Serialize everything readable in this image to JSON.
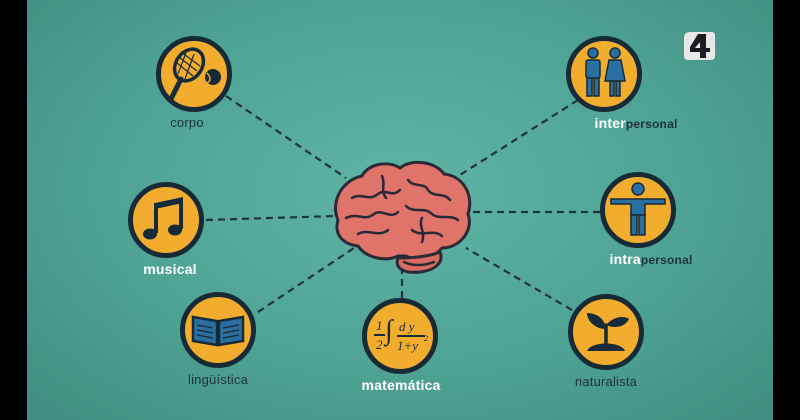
{
  "nodes": {
    "corpo": {
      "label": "corpo",
      "icon": "tennis-racket-icon"
    },
    "musical": {
      "label": "musical",
      "icon": "music-note-icon"
    },
    "linguistica": {
      "label": "lingüística",
      "icon": "open-book-icon"
    },
    "matematica": {
      "label": "matemática",
      "icon": "integral-formula-icon",
      "formula": {
        "one": "1",
        "two": "2",
        "dy": "d y",
        "denom": "1+y",
        "exp": "2"
      }
    },
    "naturalista": {
      "label": "naturalista",
      "icon": "sprout-icon"
    },
    "interpersonal": {
      "label_bold": "inter",
      "label_rest": "personal",
      "icon": "two-people-icon"
    },
    "intrapersonal": {
      "label_bold": "intra",
      "label_rest": "personal",
      "icon": "person-arms-open-icon"
    }
  },
  "center": {
    "icon": "brain-icon"
  },
  "colors": {
    "background": "#4ea394",
    "circle": "#f3ad2e",
    "outline": "#172a37",
    "brain": "#e0736a"
  }
}
